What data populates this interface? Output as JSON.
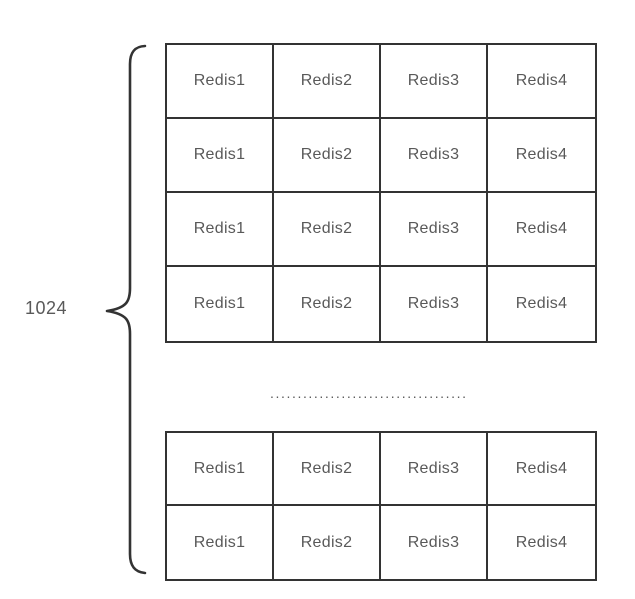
{
  "diagram": {
    "scale_label": "1024",
    "separator_dots": "....................................",
    "colors": {
      "border": "#333333",
      "text": "#595959",
      "background": "#ffffff"
    },
    "grids": {
      "top": {
        "rows": [
          [
            "Redis1",
            "Redis2",
            "Redis3",
            "Redis4"
          ],
          [
            "Redis1",
            "Redis2",
            "Redis3",
            "Redis4"
          ],
          [
            "Redis1",
            "Redis2",
            "Redis3",
            "Redis4"
          ],
          [
            "Redis1",
            "Redis2",
            "Redis3",
            "Redis4"
          ]
        ]
      },
      "bottom": {
        "rows": [
          [
            "Redis1",
            "Redis2",
            "Redis3",
            "Redis4"
          ],
          [
            "Redis1",
            "Redis2",
            "Redis3",
            "Redis4"
          ]
        ]
      }
    }
  }
}
